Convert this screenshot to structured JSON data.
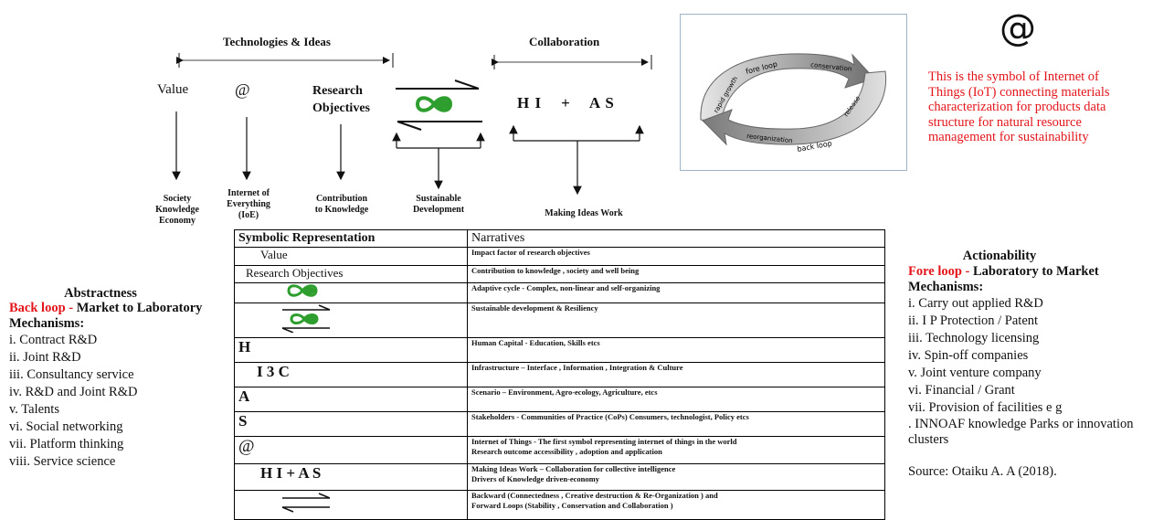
{
  "colors": {
    "red": "#e3151a",
    "green": "#2e9e2e",
    "cycle_gray": "#8a8a8a"
  },
  "top": {
    "tech_label": "Technologies & Ideas",
    "collab_label": "Collaboration",
    "value": "Value",
    "at": "@",
    "research": "Research Objectives",
    "hi_as": "H I    +    A S",
    "society": "Society Knowledge Economy",
    "ioe": "Internet of Everything (IoE)",
    "contribution": "Contribution to Knowledge",
    "sustainable": "Sustainable Development",
    "making": "Making Ideas Work"
  },
  "cycle": {
    "fore_loop": "fore loop",
    "rapid_growth": "rapid growth",
    "conservation": "conservation",
    "release": "release",
    "reorganization": "reorganization",
    "back_loop": "back loop"
  },
  "iot": {
    "symbol": "@",
    "text": "This is the symbol of Internet of Things (IoT) connecting materials characterization for products data structure for natural resource management for sustainability"
  },
  "left": {
    "heading": "Abstractness",
    "loop_red": "Back loop -",
    "loop_rest": " Market to Laboratory Mechanisms:",
    "items": [
      "i. Contract R&D",
      "ii. Joint R&D",
      "iii. Consultancy service",
      "iv. R&D and Joint R&D",
      "v. Talents",
      "vi. Social networking",
      "vii. Platform thinking",
      "viii. Service science"
    ]
  },
  "right": {
    "heading": "Actionability",
    "loop_red": "Fore loop -",
    "loop_rest": " Laboratory to Market Mechanisms:",
    "items": [
      "i. Carry out applied R&D",
      "ii. I P Protection / Patent",
      "iii. Technology licensing",
      "iv. Spin-off companies",
      "v. Joint venture company",
      "vi. Financial / Grant",
      "vii. Provision of facilities e g",
      ". INNOAF knowledge Parks or innovation clusters"
    ],
    "source": "Source: Otaiku A. A (2018)."
  },
  "table": {
    "header_symbol": "Symbolic Representation",
    "header_narrative": "Narratives",
    "rows": [
      {
        "symbol": "Value",
        "narrative": "Impact factor of research objectives"
      },
      {
        "symbol": "Research Objectives",
        "narrative": "Contribution to knowledge , society and well being"
      },
      {
        "symbol": "",
        "narrative": "Adaptive cycle - Complex, non-linear and self-organizing"
      },
      {
        "symbol": "",
        "narrative": "Sustainable development & Resiliency"
      },
      {
        "symbol": "H",
        "narrative": "Human Capital - Education, Skills etcs"
      },
      {
        "symbol": "I 3 C",
        "narrative": "Infrastructure – Interface , Information , Integration & Culture"
      },
      {
        "symbol": "A",
        "narrative": "Scenario – Environment, Agro-ecology, Agriculture, etcs"
      },
      {
        "symbol": "S",
        "narrative": "Stakeholders - Communities of Practice (CoPs) Consumers, technologist, Policy etcs"
      },
      {
        "symbol": "@",
        "narrative": "Internet of Things - The first symbol representing internet of things in the world",
        "narrative2": "Research outcome accessibility , adoption and application"
      },
      {
        "symbol": "H I + A S",
        "narrative": "Making Ideas Work – Collaboration for collective intelligence",
        "narrative2": "Drivers of Knowledge driven-economy"
      },
      {
        "symbol": "",
        "narrative": "Backward (Connectedness , Creative destruction & Re-Organization ) and",
        "narrative2": "Forward Loops (Stability , Conservation and Collaboration )"
      }
    ]
  }
}
